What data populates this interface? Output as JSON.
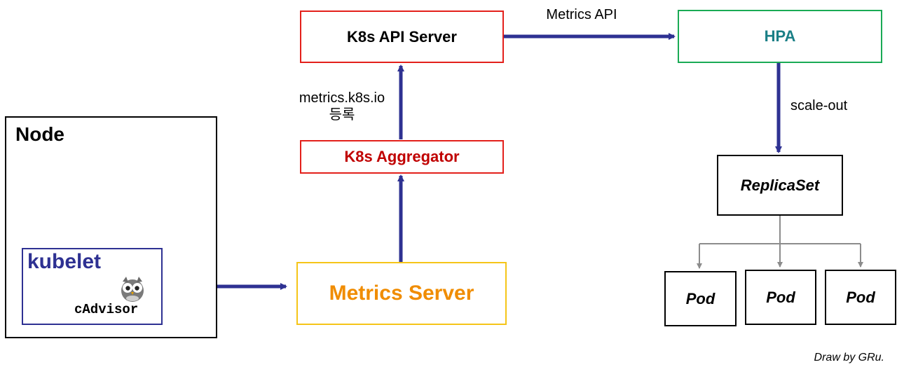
{
  "colors": {
    "arrow": "#2e3192",
    "red_border": "#e3201b",
    "green_border": "#1aaa55",
    "yellow_border": "#f5c518",
    "hpa_text": "#1a7f86",
    "aggregator_text": "#c00000",
    "metrics_server_text": "#f08c00",
    "kubelet": "#2e3192",
    "connector_gray": "#8c8c8c"
  },
  "nodes": {
    "api_server": "K8s API Server",
    "hpa": "HPA",
    "aggregator": "K8s Aggregator",
    "metrics_server": "Metrics Server",
    "node": "Node",
    "kubelet": "kubelet",
    "cadvisor": "cAdvisor",
    "replicaset": "ReplicaSet",
    "pods": [
      "Pod",
      "Pod",
      "Pod"
    ]
  },
  "edges": {
    "metrics_api": "Metrics API",
    "registration_line1": "metrics.k8s.io",
    "registration_line2": "등록",
    "scale_out": "scale-out"
  },
  "credit": "Draw by GRu.",
  "icons": [
    "owl-icon"
  ]
}
